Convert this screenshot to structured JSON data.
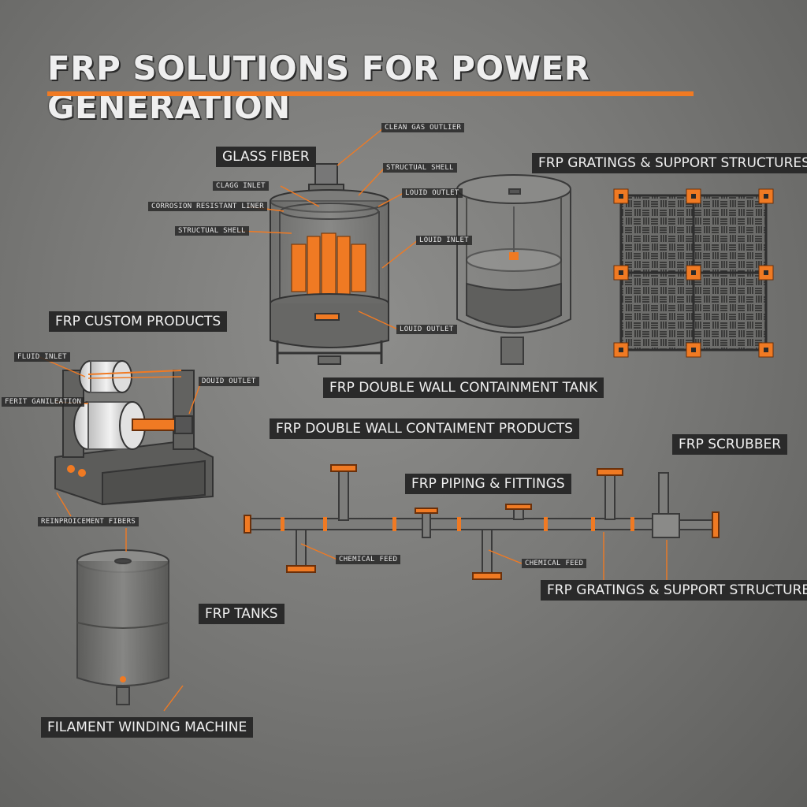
{
  "title": "FRP SOLUTIONS FOR POWER GENERATION",
  "colors": {
    "accent": "#f07a23",
    "label_bg": "#2a2a2a",
    "ink": "#3a3a3a",
    "background": "#7f7f7d"
  },
  "labels": {
    "glass_fiber": "GLASS FIBER",
    "gratings_top": "FRP GRATINGS & SUPPORT STRUCTURES",
    "custom_products": "FRP CUSTOM PRODUCTS",
    "double_wall_tank": "FRP DOUBLE WALL CONTAINMENT TANK",
    "double_wall_products": "FRP DOUBLE WALL CONTAIMENT PRODUCTS",
    "scrubber": "FRP SCRUBBER",
    "piping": "FRP PIPING & FITTINGS",
    "gratings_bottom": "FRP GRATINGS & SUPPORT STRUCTURES",
    "tanks": "FRP TANKS",
    "filament_winding": "FILAMENT WINDING MACHINE"
  },
  "callouts": {
    "clean_gas_outlet": "CLEAN GAS OUTLIER",
    "structural_shell_1": "STRUCTUAL SHELL",
    "gas_inlet": "CLAGG INLET",
    "corrosion_liner": "CORROSION RESISTANT LINER",
    "structural_shell_2": "STRUCTUAL SHELL",
    "liquid_outlet_top": "LOUID OUTLET",
    "liquid_inlet": "LOUID INLET",
    "liquid_outlet_bottom": "LOUID OUTLET",
    "fluid_inlet": "FLUID INLET",
    "liquid_outlet_machine": "DOUID OUTLET",
    "fibre_guide": "FERIT GANILEATION",
    "reinforcement_fibers": "REINPROICEMENT FIBERS",
    "chemical_feed_1": "CHEMICAL FEED",
    "chemical_feed_2": "CHEMICAL FEED"
  }
}
